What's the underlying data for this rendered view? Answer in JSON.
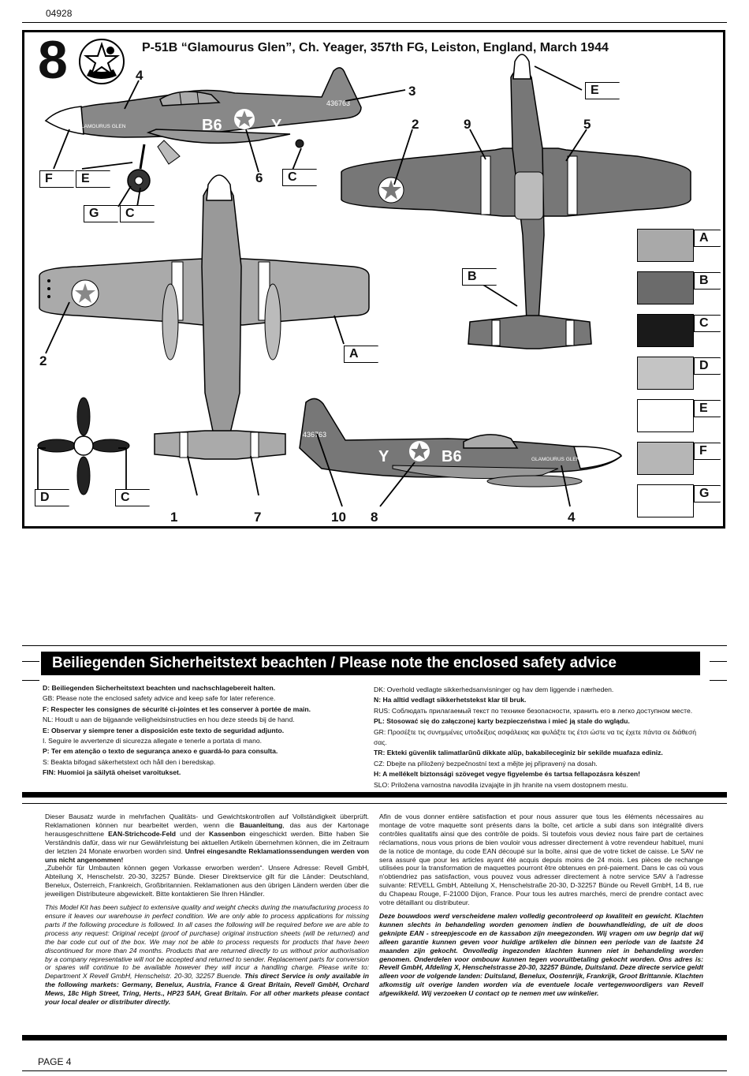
{
  "header": {
    "code": "04928"
  },
  "step": {
    "number": "8",
    "title": "P-51B “Glamourus Glen”, Ch. Yeager, 357th FG, Leiston, England, March 1944"
  },
  "aircraft": {
    "fuselage_code": "B6",
    "fuselage_letter": "Y",
    "serial": "436763",
    "nose_name": "GLAMOURUS GLEN"
  },
  "callouts": {
    "n4a": "4",
    "n3": "3",
    "n2a": "2",
    "n9": "9",
    "n5": "5",
    "n6": "6",
    "n2b": "2",
    "n1": "1",
    "n7": "7",
    "n10": "10",
    "n8": "8",
    "n4b": "4"
  },
  "flags": {
    "fF": "F",
    "fE1": "E",
    "fG": "G",
    "fC1": "C",
    "fC2": "C",
    "fE2": "E",
    "fB": "B",
    "fA": "A",
    "fD": "D",
    "fC3": "C"
  },
  "colors": [
    {
      "letter": "A",
      "hex": "#a9a9a9"
    },
    {
      "letter": "B",
      "hex": "#6b6b6b"
    },
    {
      "letter": "C",
      "hex": "#1a1a1a"
    },
    {
      "letter": "D",
      "hex": "#c4c4c4"
    },
    {
      "letter": "E",
      "hex": "#ffffff"
    },
    {
      "letter": "F",
      "hex": "#b6b6b6"
    },
    {
      "letter": "G",
      "hex": "#ffffff"
    }
  ],
  "safety": {
    "banner": "Beiliegenden Sicherheitstext beachten / Please note the enclosed safety advice",
    "left": [
      {
        "t": "D: Beiliegenden Sicherheitstext beachten und nachschlagebereit halten.",
        "b": true
      },
      {
        "t": "GB: Please note the enclosed safety advice and keep safe for later reference.",
        "b": false
      },
      {
        "t": "F: Respecter les consignes de sécurité ci-jointes et les conserver à portée de main.",
        "b": true
      },
      {
        "t": "NL: Houdt u aan de bijgaande veiligheidsinstructies en hou deze steeds bij de hand.",
        "b": false
      },
      {
        "t": "E: Observar y siempre tener a disposición este texto de seguridad adjunto.",
        "b": true
      },
      {
        "t": "I. Seguire le avvertenze di sicurezza allegate e tenerle a portata di mano.",
        "b": false
      },
      {
        "t": "P: Ter em atenção o texto de segurança anexo e guardá-lo para consulta.",
        "b": true
      },
      {
        "t": "S: Beakta bifogad säkerhetstext och håll den i beredskap.",
        "b": false
      },
      {
        "t": "FIN: Huomioi ja säilytä oheiset varoitukset.",
        "b": true
      }
    ],
    "right": [
      {
        "t": "DK: Overhold vedlagte sikkerhedsanvisninger og hav dem liggende i nærheden.",
        "b": false
      },
      {
        "t": "N: Ha alltid vedlagt sikkerhetstekst klar til bruk.",
        "b": true
      },
      {
        "t": "RUS: Соблюдать прилагаемый текст по технике безопасности, хранить его в легко доступном месте.",
        "b": false
      },
      {
        "t": "PL: Stosować się do załączonej karty bezpieczeństwa i mieć ją stale do wglądu.",
        "b": true
      },
      {
        "t": "GR: Προσέξτε τις συνημμένες υποδείξεις ασφάλειας και φυλάξτε τις έτσι ώστε να τις έχετε πάντα σε διάθεσή σας.",
        "b": false
      },
      {
        "t": "TR: Ekteki güvenlik talimatlarũnũ dikkate alũp, bakabileceginiz bir sekilde muafaza ediniz.",
        "b": true
      },
      {
        "t": "CZ: Dbejte na přiložený bezpečnostní text a mějte jej připravený na dosah.",
        "b": false
      },
      {
        "t": "H: A mellékelt biztonsági szöveget vegye figyelembe és tartsa fellapozásra készen!",
        "b": true
      },
      {
        "t": "SLO: Priložena varnostna navodila izvajajte in jih hranite na vsem dostopnem mestu.",
        "b": false
      }
    ]
  },
  "service": {
    "de_1": "Dieser Bausatz wurde in mehrfachen Qualitäts- und Gewichtskontrollen auf Vollständigkeit überprüft. Reklamationen können nur bearbeitet werden, wenn die ",
    "de_b1": "Bauanleitung",
    "de_2": ", das aus der Kartonage herausgeschnittene ",
    "de_b2": "EAN-Strichcode-Feld",
    "de_3": " und der ",
    "de_b3": "Kassenbon",
    "de_4": " eingeschickt werden. Bitte haben Sie Verständnis dafür, dass wir nur Gewährleistung bei aktuellen Artikeln übernehmen können, die im Zeitraum der letzten 24 Monate erworben worden sind. ",
    "de_b4": "Unfrei eingesandte Reklamationssendungen werden von uns nicht angenommen!",
    "de_5": "„Zubehör für Umbauten können gegen Vorkasse erworben werden“. Unsere Adresse: Revell GmbH, Abteilung X, Henschelstr. 20-30, 32257 Bünde. Dieser Direktservice gilt für die Länder: Deutschland, Benelux, Österreich, Frankreich, Großbritannien. Reklamationen aus den übrigen Ländern werden über die jeweiligen Distributeure abgewickelt. Bitte kontaktieren Sie Ihren Händler.",
    "en_1": "This Model Kit has been subject to extensive quality and weight checks during the manufacturing process to ensure it leaves our warehouse in perfect condition. We are only able to process applications for missing parts if the following procedure is followed. In all cases the following will be required before we are able to process any request: Original receipt (proof of purchase) original instruction sheets (will be returned) and the bar code cut out of the box. We may not be able to process requests for products that have been discontinued for more than 24 months. Products that are returned directly to us without prior authorisation by a company representative will not be accepted and returned to sender. Replacement parts for conversion or spares will continue to be available however they will incur a handling charge. Please write to: Department X Revell GmbH, Henschelstr. 20-30, 32257 Buende.",
    "en_b": "This direct Service is only available in the following markets: Germany, Benelux, Austria, France & Great Britain, Revell GmbH, Orchard Mews, 18c High Street, Tring, Herts., HP23 5AH, Great Britain. For all other markets please contact your local dealer or distributer directly.",
    "fr": "Afin de vous donner entière satisfaction et pour nous assurer que tous les éléments nécessaires au montage de votre maquette sont présents dans la boîte, cet article a subi dans son intégralité divers contrôles qualitatifs ainsi que des contrôle de poids. Si toutefois vous deviez nous faire part de certaines réclamations, nous vous prions de bien vouloir vous adresser directement à votre revendeur habituel, muni de la notice de montage, du code EAN découpé sur la boîte, ainsi que de votre ticket de caisse. Le SAV ne sera assuré que pour les articles ayant été acquis depuis moins de 24 mois. Les pièces de rechange utilisées pour la transformation de maquettes pourront être obtenues en pré-paiement. Dans le cas où vous n'obtiendriez pas satisfaction, vous pouvez vous adresser directement à notre service SAV à l'adresse suivante: REVELL GmbH, Abteilung X, Henschelstraße 20-30, D-32257 Bünde ou Revell GmbH, 14 B, rue du Chapeau Rouge, F-21000 Dijon, France. Pour tous les autres marchés, merci de prendre contact avec votre détaillant ou distributeur.",
    "nl": "Deze bouwdoos werd verscheidene malen volledig gecontroleerd op kwaliteit en gewicht. Klachten kunnen slechts in behandeling worden genomen indien de bouwhandleiding, de uit de doos geknipte EAN - streepjescode en de kassabon zijn meegezonden. Wij vragen om uw begrip dat wij alleen garantie kunnen geven voor huidige artikelen die binnen een periode van de laatste 24 maanden zijn gekocht. Onvolledig ingezonden klachten kunnen niet in behandeling worden genomen. Onderdelen voor ombouw kunnen tegen vooruitbetaling gekocht worden. Ons adres is: Revell GmbH, Afdeling X, Henschelstrasse 20-30, 32257 Bünde, Duitsland. Deze directe service geldt alleen voor de volgende landen: Duitsland, Benelux, Oostenrijk, Frankrijk, Groot Brittannie. Klachten afkomstig uit overige landen worden via de eventuele locale vertegenwoordigers van Revell afgewikkeld. Wij verzoeken U contact op te nemen met uw winkelier."
  },
  "footer": {
    "page": "PAGE 4"
  }
}
